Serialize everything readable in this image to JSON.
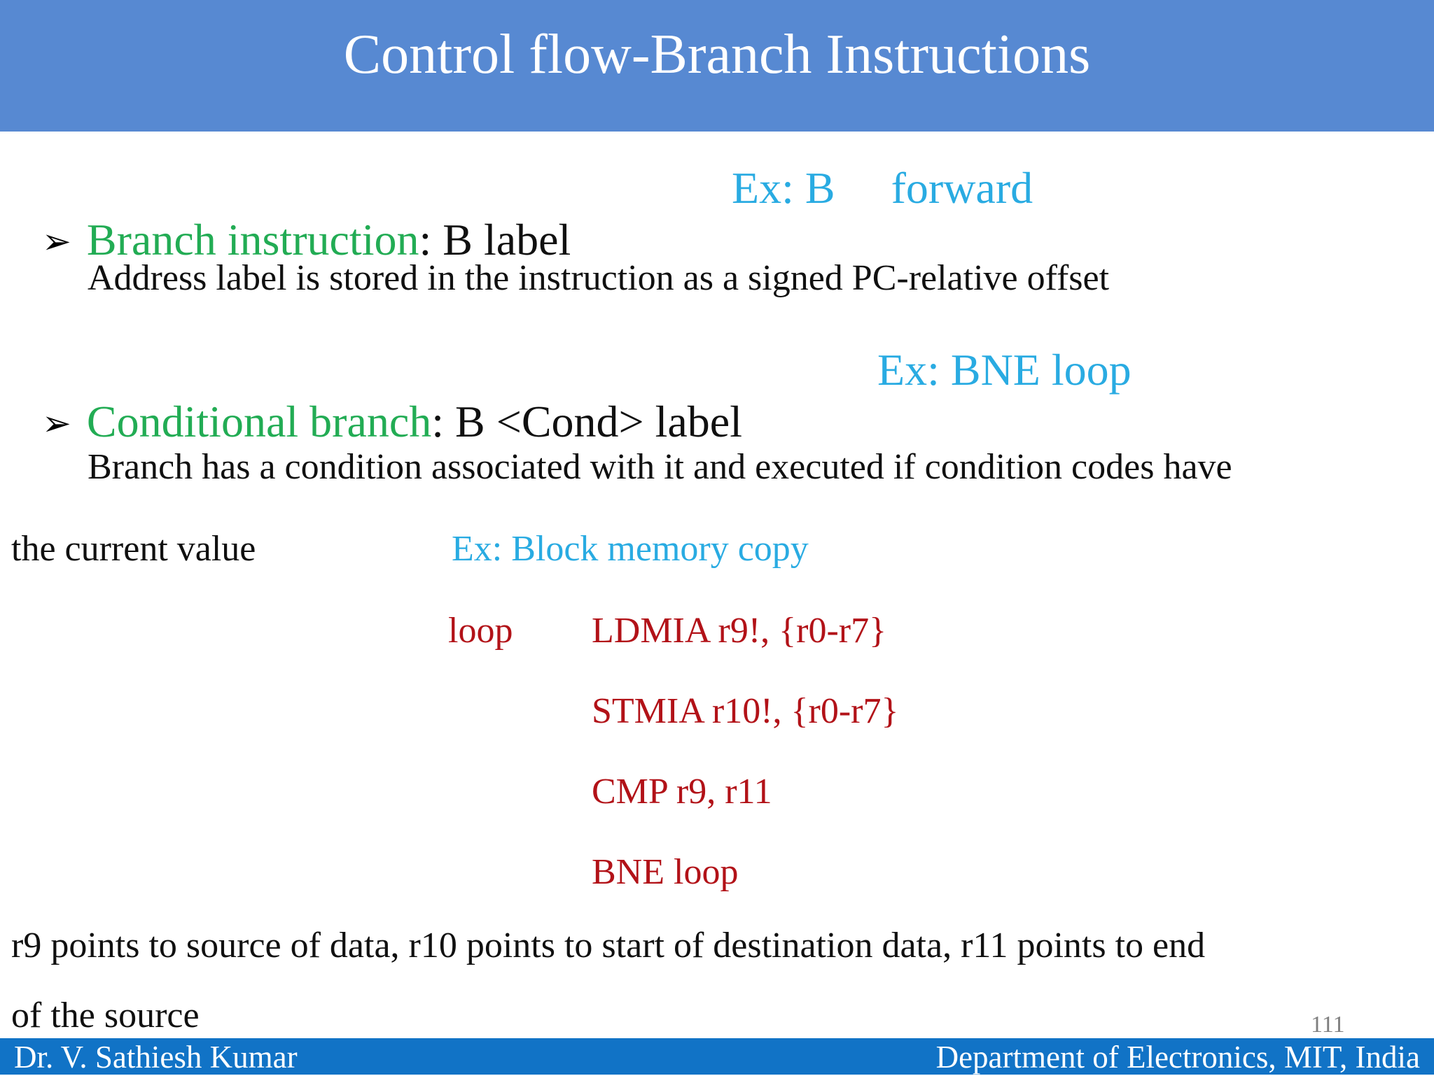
{
  "slide": {
    "title": "Control flow-Branch Instructions",
    "bullets": [
      {
        "marker": "➢",
        "label": "Branch instruction",
        "rest": ": B label",
        "example": "Ex: B     forward"
      },
      {
        "marker": "➢",
        "label": "Conditional branch",
        "rest": ": B <Cond> label",
        "example": "Ex: BNE loop"
      }
    ],
    "para_address": "Address label is stored in the instruction as a signed PC-relative offset",
    "para_condition_line1": "Branch has a condition associated with it and executed if condition codes have",
    "para_condition_line2": "the current value",
    "example_block": "Ex: Block memory copy",
    "code": {
      "label": "loop",
      "lines": [
        "LDMIA r9!, {r0-r7}",
        "STMIA r10!, {r0-r7}",
        "CMP r9, r11",
        "BNE loop"
      ]
    },
    "para_registers_line1": "r9 points to source of data, r10 points to start of destination data, r11 points to end",
    "para_registers_line2": "of the source",
    "page_number": "111",
    "footer": {
      "left": "Dr. V. Sathiesh Kumar",
      "right": "Department of Electronics, MIT, India"
    },
    "colors": {
      "header_bg": "#5789D2",
      "footer_bg": "#1173C6",
      "green": "#22AC54",
      "cyan": "#29ABE2",
      "red": "#B21218",
      "gray": "#7F7F7F"
    }
  }
}
